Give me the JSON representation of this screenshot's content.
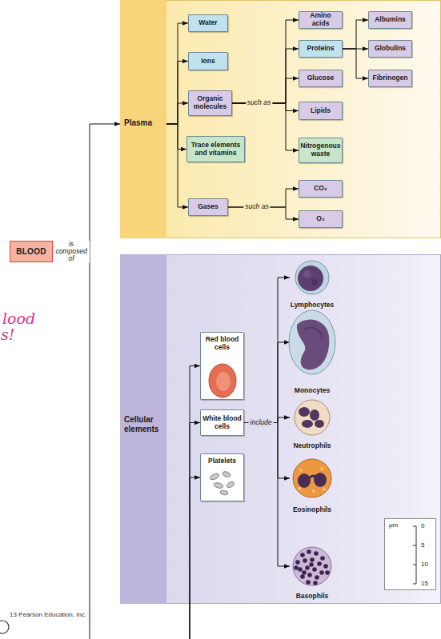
{
  "diagram": {
    "nodes": [
      {
        "text": [
          "BLOOD"
        ]
      },
      {
        "text": [
          "Plasma"
        ]
      },
      {
        "text": [
          "Water"
        ]
      },
      {
        "text": [
          "Ions"
        ]
      },
      {
        "text": [
          "Organic molecules"
        ]
      },
      {
        "text": [
          "Trace elements and vitamins"
        ]
      },
      {
        "text": [
          "Gases"
        ]
      },
      {
        "text": [
          "Amino acids"
        ]
      },
      {
        "text": [
          "Proteins"
        ]
      },
      {
        "text": [
          "Glucose"
        ]
      },
      {
        "text": [
          "Lipids"
        ]
      },
      {
        "text": [
          "Nitrogenous waste"
        ]
      },
      {
        "text": [
          "CO₂"
        ]
      },
      {
        "text": [
          "O₂"
        ]
      },
      {
        "text": [
          "Albumins"
        ]
      },
      {
        "text": [
          "Globulins"
        ]
      },
      {
        "text": [
          "Fibrinogen"
        ]
      },
      {
        "text": [
          "Cellular elements"
        ]
      },
      {
        "text": [
          "Red blood cells"
        ]
      },
      {
        "text": [
          "White blood cells"
        ]
      },
      {
        "text": [
          "Platelets"
        ]
      },
      {
        "text": [
          "Lymphocytes"
        ]
      },
      {
        "text": [
          "Monocytes"
        ]
      },
      {
        "text": [
          "Neutrophils"
        ]
      },
      {
        "text": [
          "Eosinophils"
        ]
      },
      {
        "text": [
          "Basophils"
        ]
      },
      {
        "text": [
          "µm",
          "0",
          "5",
          "10",
          "15"
        ]
      }
    ],
    "edges": [
      {
        "from": 0,
        "to": 1,
        "arrow": "to",
        "label": "is composed of"
      },
      {
        "from": 0,
        "to": 17,
        "arrow": "to"
      },
      {
        "from": 1,
        "to": 2,
        "arrow": "to"
      },
      {
        "from": 1,
        "to": 3,
        "arrow": "to"
      },
      {
        "from": 1,
        "to": 4,
        "arrow": "to"
      },
      {
        "from": 1,
        "to": 5,
        "arrow": "to"
      },
      {
        "from": 1,
        "to": 6,
        "arrow": "to"
      },
      {
        "from": 4,
        "to": 7,
        "arrow": "to",
        "label": "such as"
      },
      {
        "from": 4,
        "to": 8,
        "arrow": "to"
      },
      {
        "from": 4,
        "to": 9,
        "arrow": "to"
      },
      {
        "from": 4,
        "to": 10,
        "arrow": "to"
      },
      {
        "from": 4,
        "to": 11,
        "arrow": "to"
      },
      {
        "from": 6,
        "to": 12,
        "arrow": "to",
        "label": "such as"
      },
      {
        "from": 6,
        "to": 13,
        "arrow": "to"
      },
      {
        "from": 8,
        "to": 14,
        "arrow": "to"
      },
      {
        "from": 8,
        "to": 15,
        "arrow": "to"
      },
      {
        "from": 8,
        "to": 16,
        "arrow": "to"
      },
      {
        "from": 17,
        "to": 18,
        "arrow": "to"
      },
      {
        "from": 17,
        "to": 19,
        "arrow": "to"
      },
      {
        "from": 17,
        "to": 20,
        "arrow": "to"
      },
      {
        "from": 19,
        "to": 21,
        "arrow": "to",
        "label": "include"
      },
      {
        "from": 19,
        "to": 22,
        "arrow": "to"
      },
      {
        "from": 19,
        "to": 23,
        "arrow": "to"
      },
      {
        "from": 19,
        "to": 24,
        "arrow": "to"
      },
      {
        "from": 19,
        "to": 25,
        "arrow": "to"
      }
    ],
    "labels": [
      "lood",
      "s!",
      "13 Pearson Education, Inc."
    ]
  }
}
